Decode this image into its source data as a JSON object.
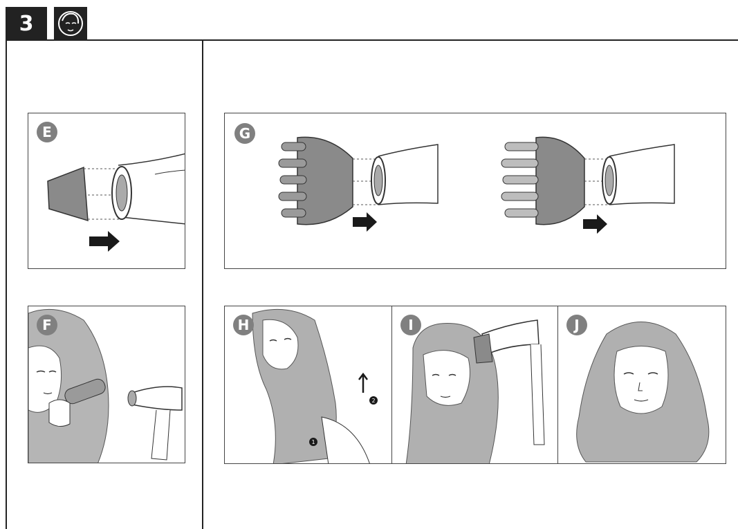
{
  "header": {
    "step_number": "3",
    "step_icon": "face-icon"
  },
  "panels": {
    "E": {
      "label": "E",
      "icon": "concentrator-attach-illustration"
    },
    "F": {
      "label": "F",
      "icon": "brush-drying-illustration"
    },
    "G": {
      "label": "G",
      "icon": "diffuser-attach-illustration"
    },
    "H": {
      "label": "H",
      "icon": "diffuser-curl-illustration",
      "steps": [
        "1",
        "2"
      ]
    },
    "I": {
      "label": "I",
      "icon": "diffuser-drying-illustration"
    },
    "J": {
      "label": "J",
      "icon": "finished-curls-illustration"
    }
  },
  "colors": {
    "ink": "#222222",
    "badge": "#808080",
    "product_grey": "#8a8a8a",
    "hair_grey": "#b0b0b0"
  }
}
